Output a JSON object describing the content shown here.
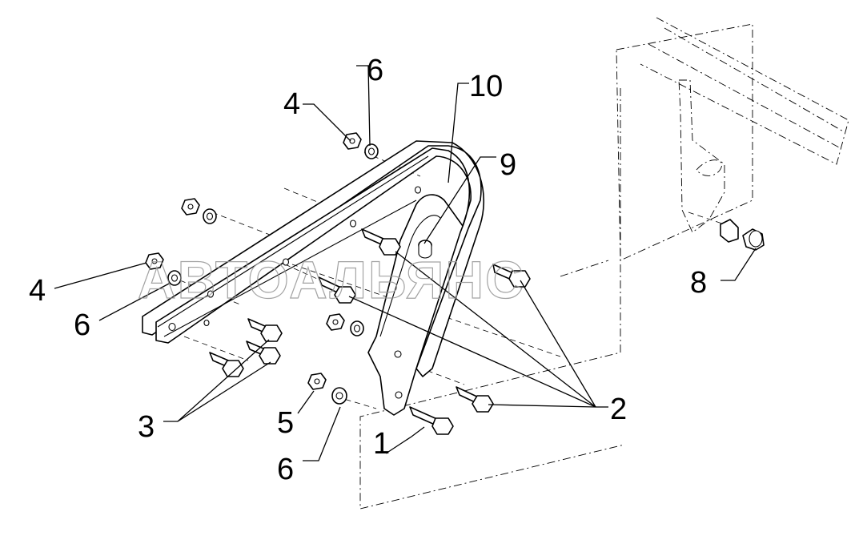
{
  "diagram": {
    "watermark": "АВТОАЛЬЯНС",
    "callouts": [
      "1",
      "2",
      "3",
      "4",
      "4",
      "5",
      "6",
      "6",
      "6",
      "8",
      "9",
      "10"
    ],
    "colors": {
      "line": "#000000",
      "watermark": "#9a9a9a",
      "background": "#ffffff"
    }
  }
}
